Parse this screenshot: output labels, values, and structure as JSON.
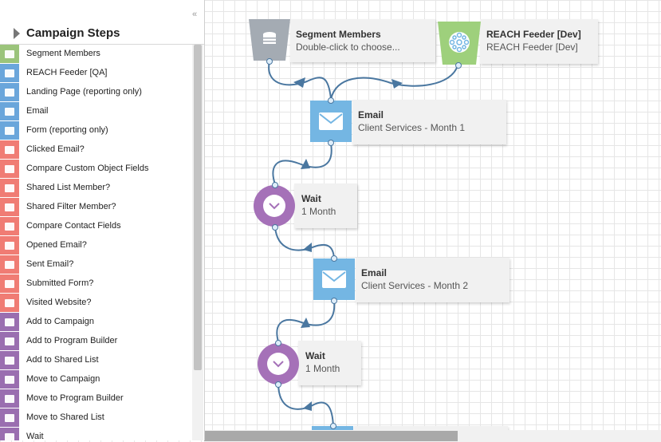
{
  "sidebar": {
    "collapse_glyph": "«",
    "title": "Campaign Steps",
    "items": [
      {
        "label": "Segment Members",
        "icon": "segment-icon",
        "color": "#9bc47b"
      },
      {
        "label": "REACH Feeder [QA]",
        "icon": "feeder-icon",
        "color": "#6aa6db"
      },
      {
        "label": "Landing Page (reporting only)",
        "icon": "landing-page-icon",
        "color": "#6aa6db"
      },
      {
        "label": "Email",
        "icon": "email-icon",
        "color": "#6aa6db"
      },
      {
        "label": "Form (reporting only)",
        "icon": "form-icon",
        "color": "#6aa6db"
      },
      {
        "label": "Clicked Email?",
        "icon": "clicked-email-icon",
        "color": "#f07c74"
      },
      {
        "label": "Compare Custom Object Fields",
        "icon": "compare-object-icon",
        "color": "#f07c74"
      },
      {
        "label": "Shared List Member?",
        "icon": "shared-list-icon",
        "color": "#f07c74"
      },
      {
        "label": "Shared Filter Member?",
        "icon": "filter-icon",
        "color": "#f07c74"
      },
      {
        "label": "Compare Contact Fields",
        "icon": "compare-contact-icon",
        "color": "#f07c74"
      },
      {
        "label": "Opened Email?",
        "icon": "opened-email-icon",
        "color": "#f07c74"
      },
      {
        "label": "Sent Email?",
        "icon": "sent-email-icon",
        "color": "#f07c74"
      },
      {
        "label": "Submitted Form?",
        "icon": "submitted-form-icon",
        "color": "#f07c74"
      },
      {
        "label": "Visited Website?",
        "icon": "globe-icon",
        "color": "#f07c74"
      },
      {
        "label": "Add to Campaign",
        "icon": "add-campaign-icon",
        "color": "#9a6eb0"
      },
      {
        "label": "Add to Program Builder",
        "icon": "add-program-icon",
        "color": "#9a6eb0"
      },
      {
        "label": "Add to Shared List",
        "icon": "add-list-icon",
        "color": "#9a6eb0"
      },
      {
        "label": "Move to Campaign",
        "icon": "move-campaign-icon",
        "color": "#9a6eb0"
      },
      {
        "label": "Move to Program Builder",
        "icon": "move-program-icon",
        "color": "#9a6eb0"
      },
      {
        "label": "Move to Shared List",
        "icon": "move-list-icon",
        "color": "#9a6eb0"
      },
      {
        "label": "Wait",
        "icon": "clock-icon",
        "color": "#9a6eb0"
      }
    ]
  },
  "canvas": {
    "segment": {
      "title": "Segment Members",
      "subtitle": "Double-click to choose..."
    },
    "feeder": {
      "title": "REACH Feeder [Dev]",
      "subtitle": "REACH Feeder [Dev]"
    },
    "email1": {
      "title": "Email",
      "subtitle": "Client Services - Month 1"
    },
    "wait1": {
      "title": "Wait",
      "subtitle": "1 Month"
    },
    "email2": {
      "title": "Email",
      "subtitle": "Client Services - Month 2"
    },
    "wait2": {
      "title": "Wait",
      "subtitle": "1 Month"
    }
  },
  "colors": {
    "segment_gray": "#a4abb3",
    "feeder_green": "#9ed07c",
    "email_blue": "#74b6e3",
    "wait_purple": "#a571b8",
    "connector": "#4a77a0"
  }
}
